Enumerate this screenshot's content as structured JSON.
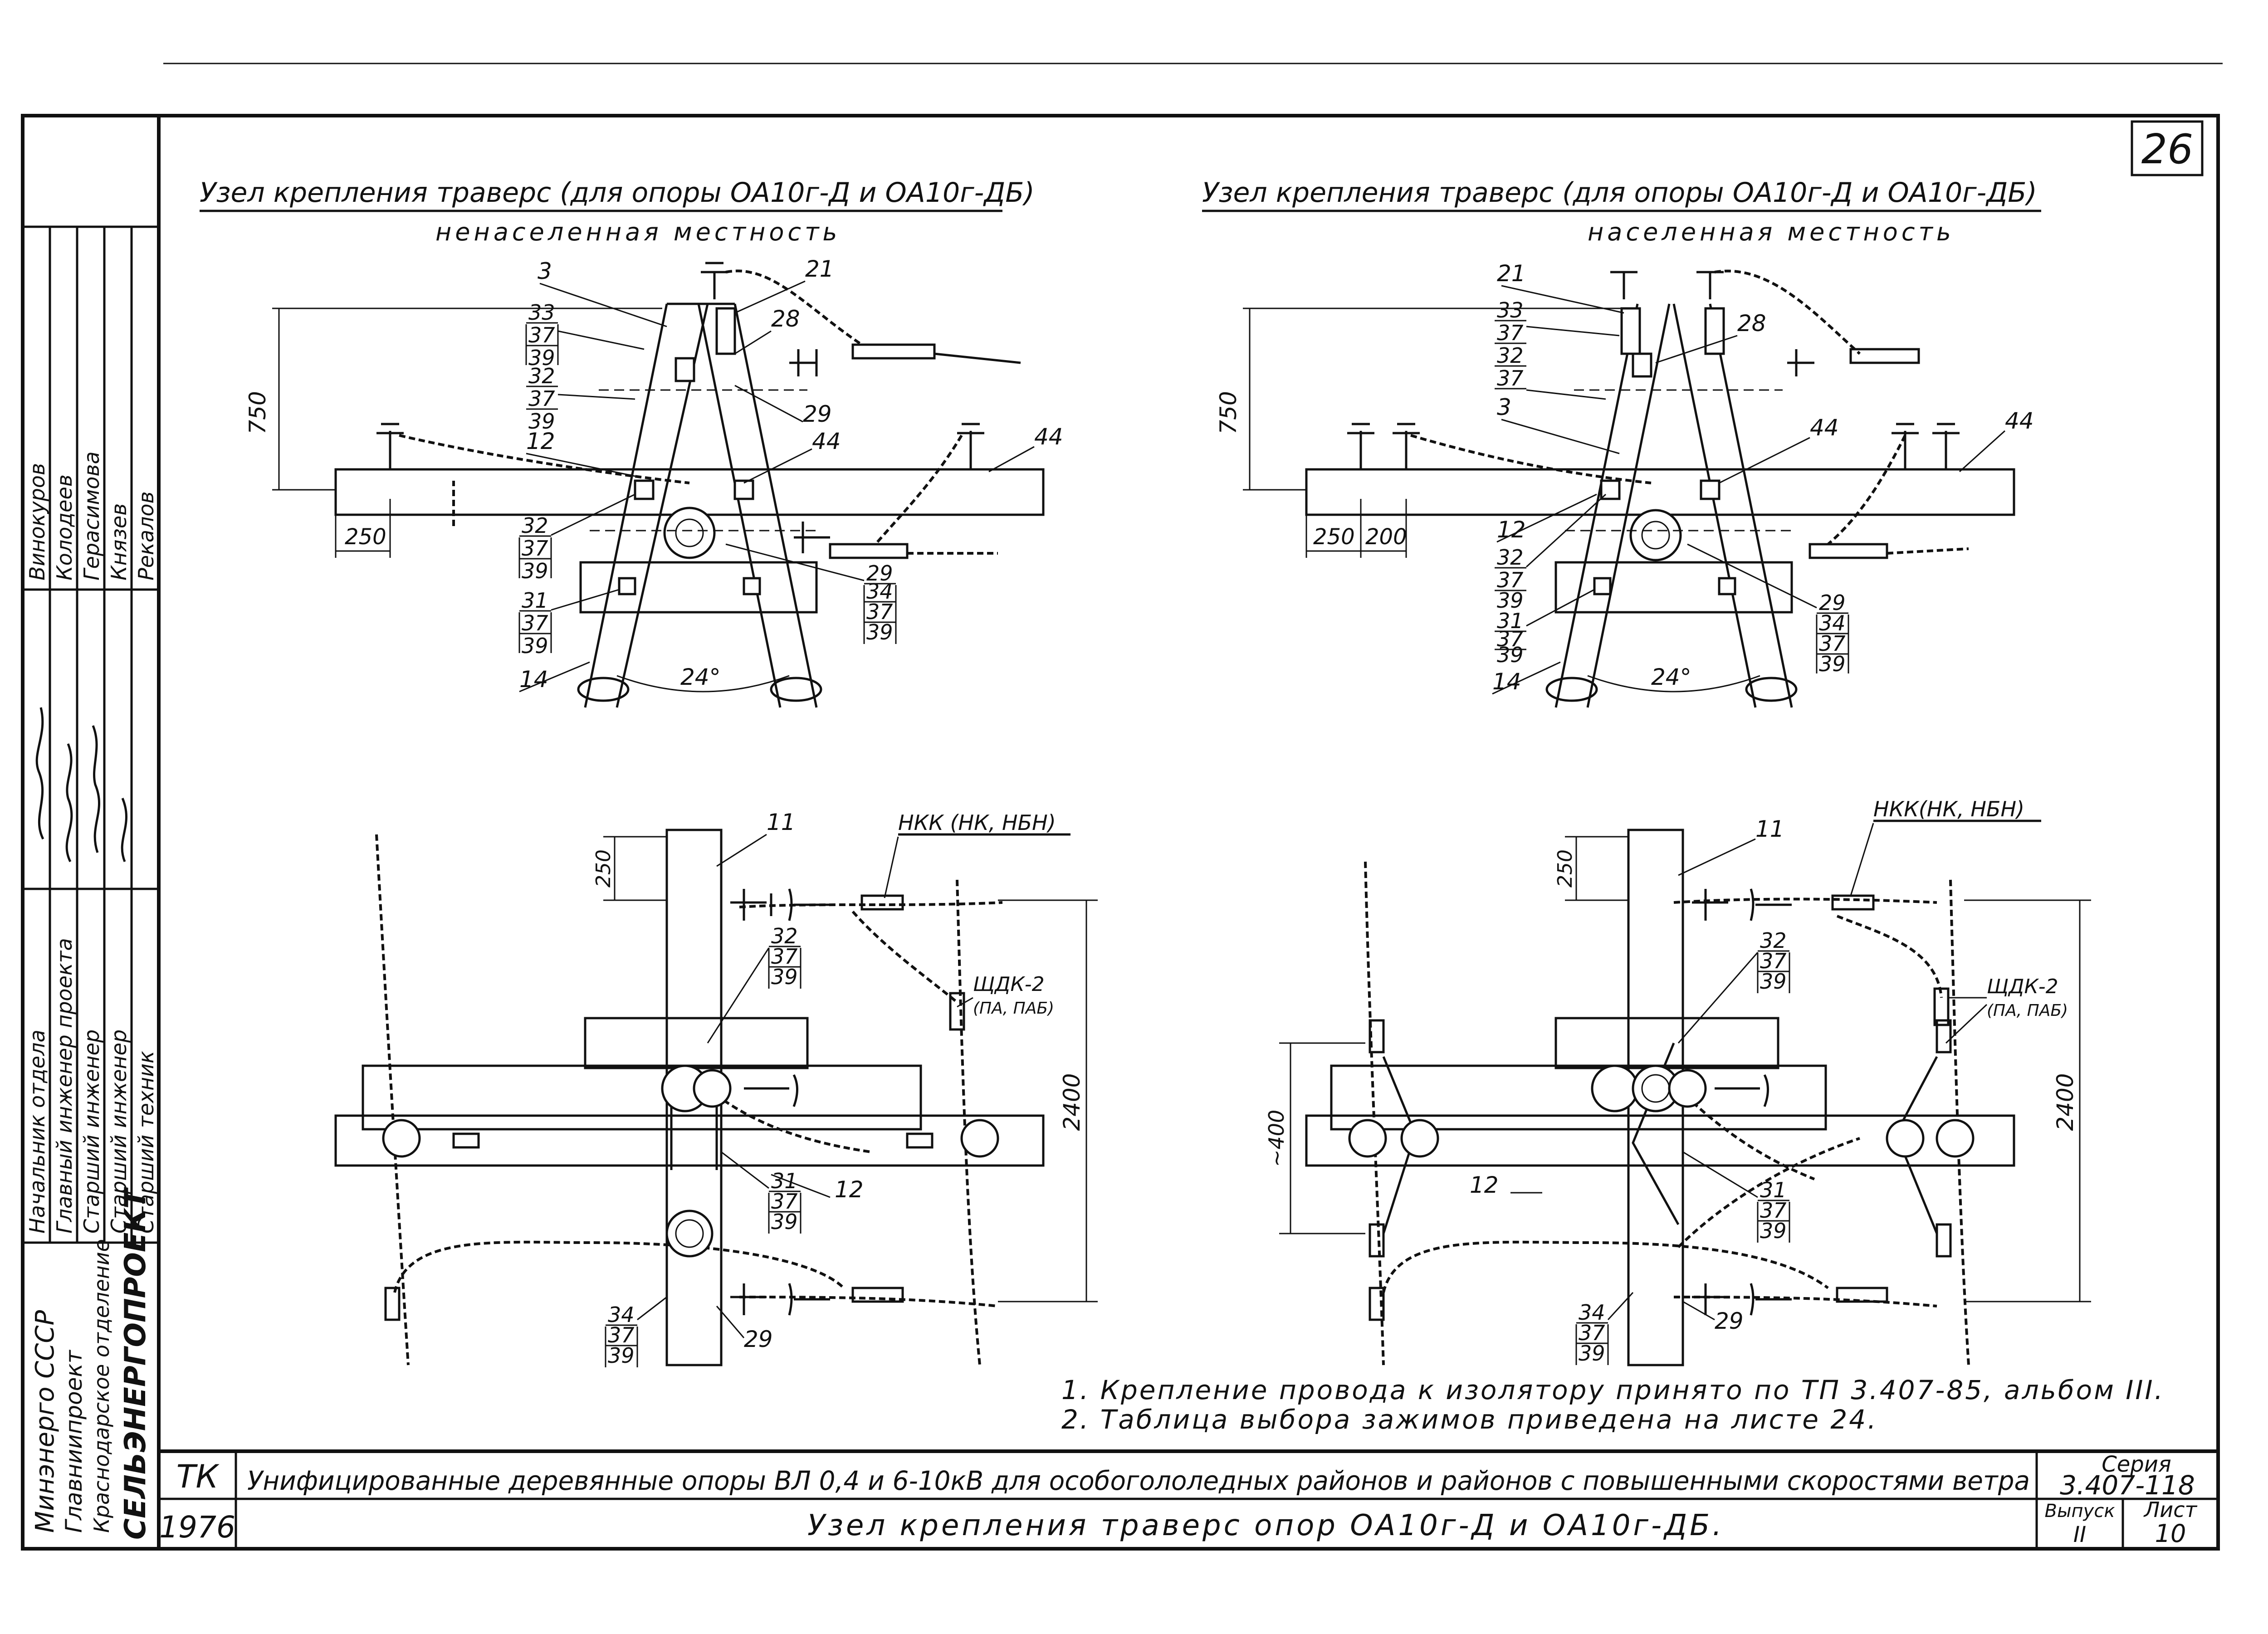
{
  "sheet_number": "26",
  "left_view": {
    "title": "Узел крепления траверс (для опоры ОА10г-Д и ОА10г-ДБ)",
    "subtitle": "ненаселенная местность",
    "dim_height": "750",
    "dim_offset": "250",
    "angle": "24°",
    "labels": [
      "3",
      "21",
      "28",
      "29",
      "44",
      "44",
      "12",
      "14"
    ],
    "stacks": [
      [
        "33",
        "37",
        "39"
      ],
      [
        "32",
        "37",
        "39"
      ],
      [
        "32",
        "37",
        "39"
      ],
      [
        "31",
        "37",
        "39"
      ],
      [
        "29",
        "34",
        "37",
        "39"
      ]
    ]
  },
  "right_view": {
    "title": "Узел крепления траверс (для опоры ОА10г-Д и ОА10г-ДБ)",
    "subtitle": "населенная местность",
    "dim_height": "750",
    "dim_offset_a": "250",
    "dim_offset_b": "200",
    "angle": "24°",
    "labels": [
      "21",
      "28",
      "3",
      "44",
      "44",
      "12",
      "14"
    ],
    "stacks": [
      [
        "33",
        "37"
      ],
      [
        "32",
        "37"
      ],
      [
        "32",
        "37",
        "39"
      ],
      [
        "31",
        "37",
        "39"
      ],
      [
        "29",
        "34",
        "37",
        "39"
      ]
    ]
  },
  "bottom_left": {
    "label_11": "11",
    "clamp_label": "НКК (НК, НБН)",
    "shdk_label": "ЩДК-2",
    "shdk_sub": "(ПА, ПАБ)",
    "dim_top": "250",
    "dim_span": "2400",
    "label_12": "12",
    "label_29": "29",
    "stack_32": [
      "32",
      "37",
      "39"
    ],
    "stack_31": [
      "31",
      "37",
      "39"
    ],
    "stack_34": [
      "34",
      "37",
      "39"
    ]
  },
  "bottom_right": {
    "label_11": "11",
    "clamp_label": "НКК(НК, НБН)",
    "shdk_label": "ЩДК-2",
    "shdk_sub": "(ПА, ПАБ)",
    "dim_top": "250",
    "dim_span": "2400",
    "dim_left": "~400",
    "label_12": "12",
    "label_29": "29",
    "stack_32": [
      "32",
      "37",
      "39"
    ],
    "stack_31": [
      "31",
      "37",
      "39"
    ],
    "stack_34": [
      "34",
      "37",
      "39"
    ]
  },
  "notes": [
    "1. Крепление провода к изолятору принято по ТП 3.407-85, альбом III.",
    "2. Таблица выбора зажимов приведена на листе 24."
  ],
  "side_stamp": {
    "roles": [
      "Начальник отдела",
      "Главный инженер проекта",
      "Старший инженер",
      "Старший инженер",
      "Старший техник"
    ],
    "names": [
      "Винокуров",
      "Колодеев",
      "Герасимова",
      "Князев",
      "Рекалов"
    ],
    "org_lines": [
      "Минэнерго СССР",
      "Главниипроект",
      "Краснодарское отделение",
      "СЕЛЬЭНЕРГОПРОЕКТ"
    ]
  },
  "title_block": {
    "code": "ТК",
    "year": "1976",
    "main_title": "Унифицированные деревянные опоры ВЛ 0,4 и 6-10кВ для особогололедных районов и районов с повышенными скоростями ветра",
    "subtitle": "Узел крепления траверс опор ОА10г-Д и ОА10г-ДБ.",
    "series_label": "Серия",
    "series_value": "3.407-118",
    "issue_label": "Выпуск",
    "issue_value": "II",
    "sheet_label": "Лист",
    "sheet_value": "10"
  }
}
